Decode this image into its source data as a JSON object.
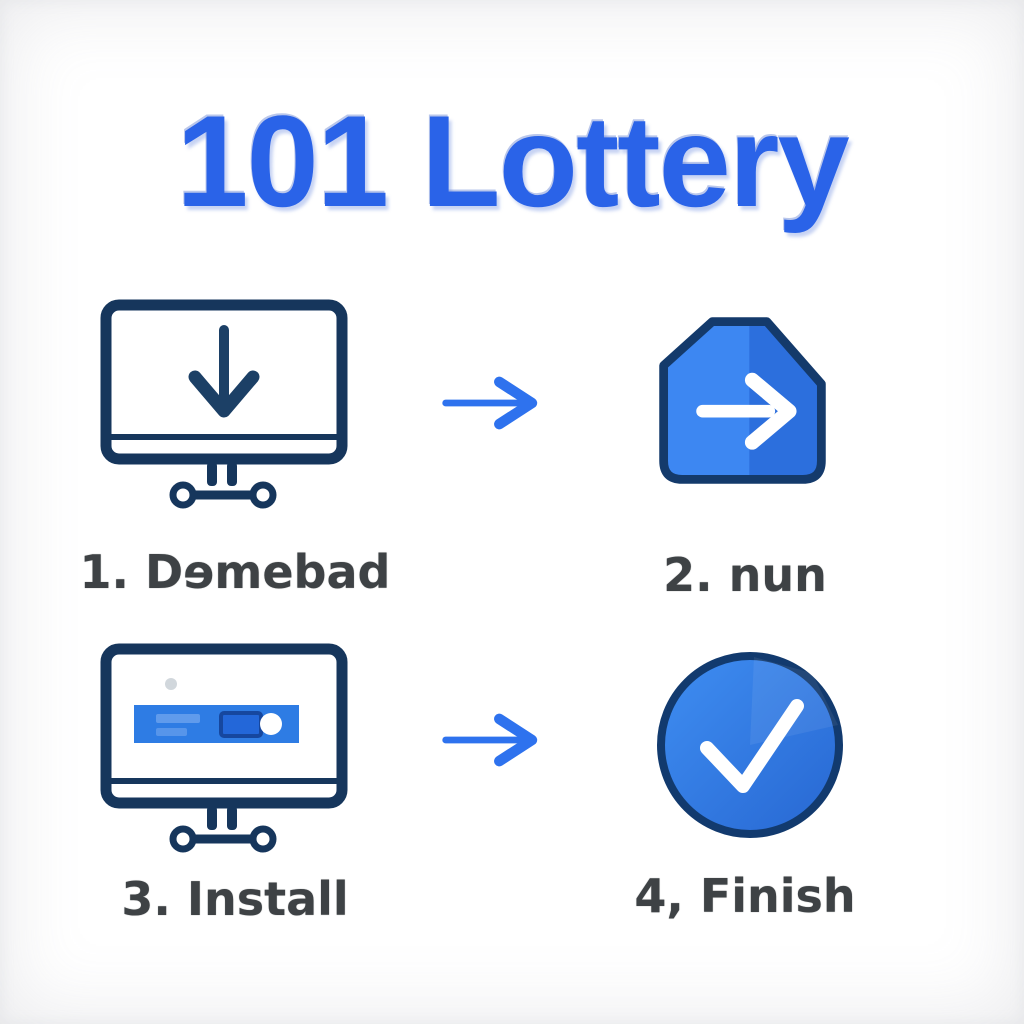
{
  "title": "101 Lottery",
  "steps": [
    {
      "id": "download",
      "label": "1. Dɘmebad",
      "icon": "monitor-download-icon"
    },
    {
      "id": "run",
      "label": "2. nun",
      "icon": "document-run-icon"
    },
    {
      "id": "install",
      "label": "3. Install",
      "icon": "monitor-install-icon"
    },
    {
      "id": "finish",
      "label": "4, Finish",
      "icon": "check-circle-icon"
    }
  ],
  "flow_arrows": [
    {
      "from": "download",
      "to": "run",
      "icon": "right-arrow-icon"
    },
    {
      "from": "install",
      "to": "finish",
      "icon": "right-arrow-icon"
    }
  ],
  "colors": {
    "background": "#ffffff",
    "title_blue": "#2a63e8",
    "outline_navy": "#16365c",
    "glyph_navy": "#1c4066",
    "file_blue": "#3d87f2",
    "file_blue_dark": "#2c6fdd",
    "bar_blue": "#2e7ce4",
    "button_blue": "#2367d9",
    "check_circle_blue": "#3f8ef2",
    "check_circle_blue_dark": "#2767d2",
    "arrow_blue": "#2e72ee",
    "label_gray": "#3e4245"
  }
}
